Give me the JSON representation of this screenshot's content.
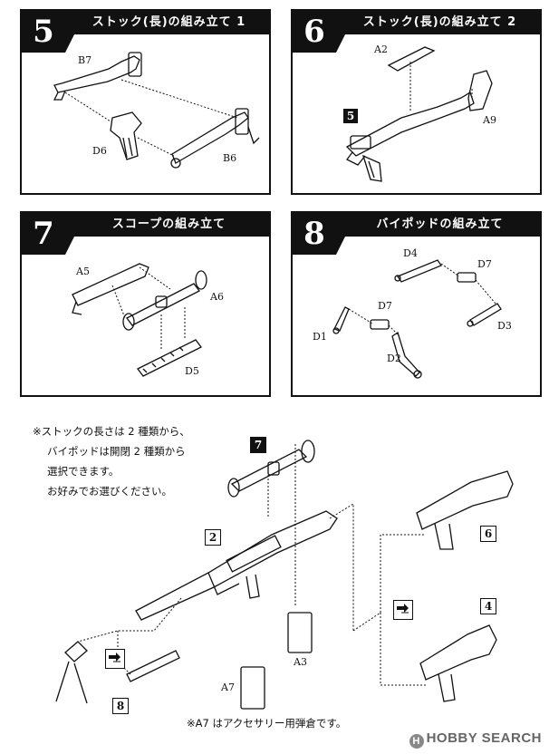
{
  "steps": [
    {
      "number": "5",
      "title": "ストック(長)の組み立て 1",
      "parts": [
        "B7",
        "D6",
        "B6"
      ]
    },
    {
      "number": "6",
      "title": "ストック(長)の組み立て 2",
      "parts": [
        "A2",
        "A9"
      ],
      "ref": "5"
    },
    {
      "number": "7",
      "title": "スコープの組み立て",
      "parts": [
        "A5",
        "A6",
        "D5"
      ]
    },
    {
      "number": "8",
      "title": "バイポッドの組み立て",
      "parts": [
        "D4",
        "D7",
        "D3",
        "D1",
        "D2"
      ],
      "parts_extra": [
        "D7"
      ]
    }
  ],
  "notes": {
    "line1": "※ストックの長さは 2 種類から、",
    "line2": "バイポッドは開閉 2 種類から",
    "line3": "選択できます。",
    "line4": "お好みでお選びください。"
  },
  "final_assembly": {
    "badge_scope": "7",
    "badge_main": "2",
    "badge_stock_long": "6",
    "badge_stock_short": "4",
    "badge_bipod": "8",
    "part_a3": "A3",
    "part_a7": "A7",
    "footnote": "※A7 はアクセサリー用弾倉です。"
  },
  "watermark": {
    "text": "HOBBY SEARCH",
    "logo": "H"
  }
}
